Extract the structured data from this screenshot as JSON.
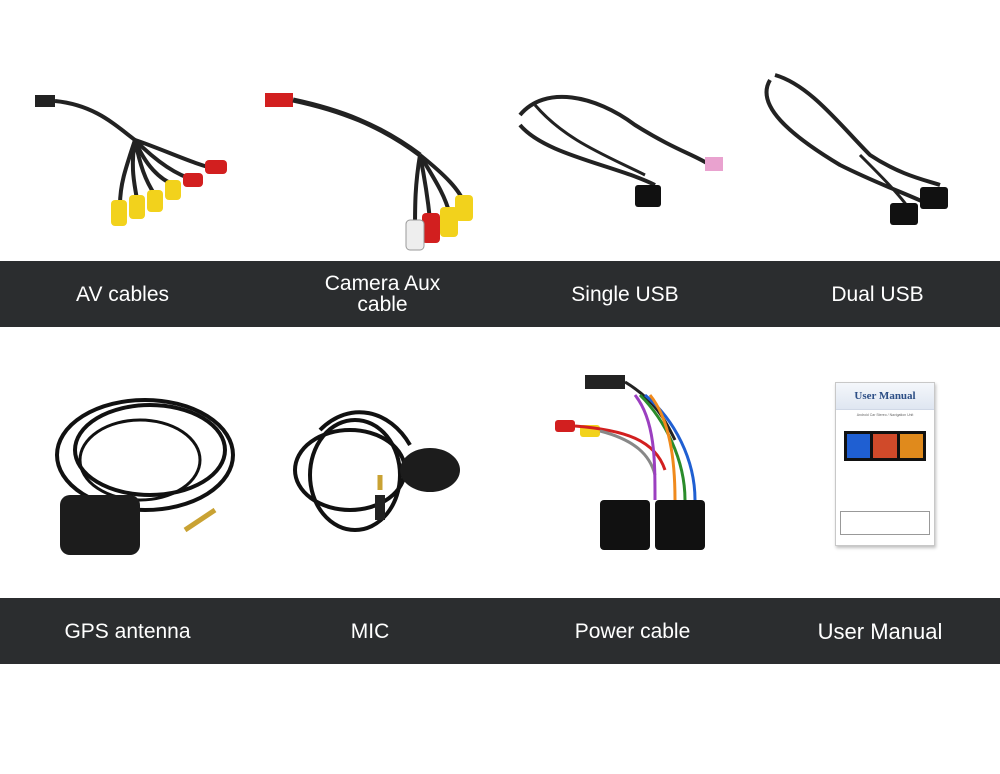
{
  "items_top": [
    {
      "label": "AV cables",
      "icon": "av-cable-icon"
    },
    {
      "label": "Camera Aux\ncable",
      "icon": "camera-aux-cable-icon"
    },
    {
      "label": "Single USB",
      "icon": "single-usb-icon"
    },
    {
      "label": "Dual USB",
      "icon": "dual-usb-icon"
    }
  ],
  "items_bottom": [
    {
      "label": "GPS antenna",
      "icon": "gps-antenna-icon"
    },
    {
      "label": "MIC",
      "icon": "mic-icon"
    },
    {
      "label": "Power cable",
      "icon": "power-cable-icon"
    },
    {
      "label": "User Manual",
      "icon": "user-manual-icon"
    }
  ],
  "manual": {
    "title": "User Manual",
    "subtitle": "Android Car Stereo / Navigation Unit"
  },
  "colors": {
    "bar": "#2b2d2f",
    "label_text": "#ffffff",
    "rca_yellow": "#f2d21c",
    "rca_red": "#d21f1f",
    "manual_header": "#2d4f86"
  }
}
